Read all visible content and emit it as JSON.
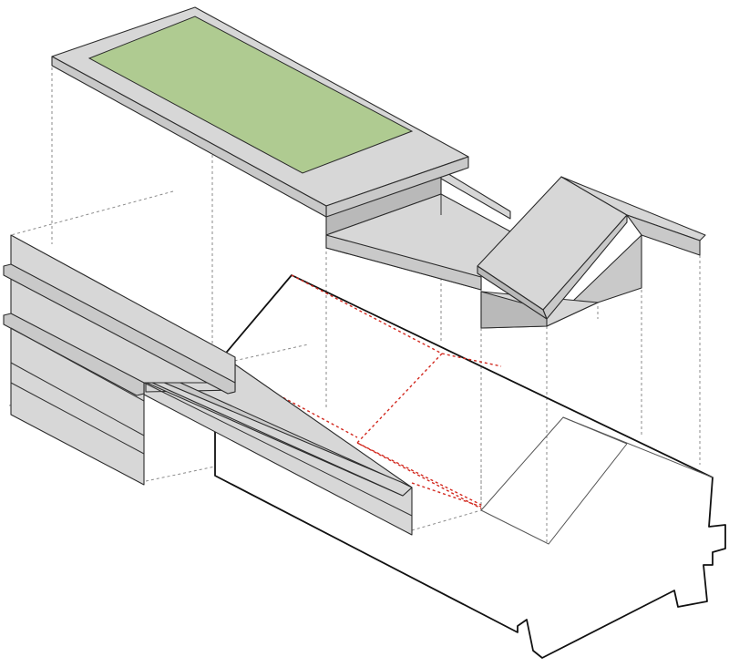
{
  "diagram": {
    "type": "exploded-axonometric",
    "colors": {
      "background": "#ffffff",
      "panel_fill": "#d7d7d7",
      "green_roof": "#afcb91",
      "demolition_lines": "#d2281e",
      "projection_lines": "#8a8a8a",
      "existing_outline": "#111111"
    },
    "components": [
      "green-roof-slab",
      "roof-box-volume",
      "gable-roof-volume",
      "left-wall-panel",
      "long-wall-panel",
      "existing-house-outline"
    ]
  }
}
